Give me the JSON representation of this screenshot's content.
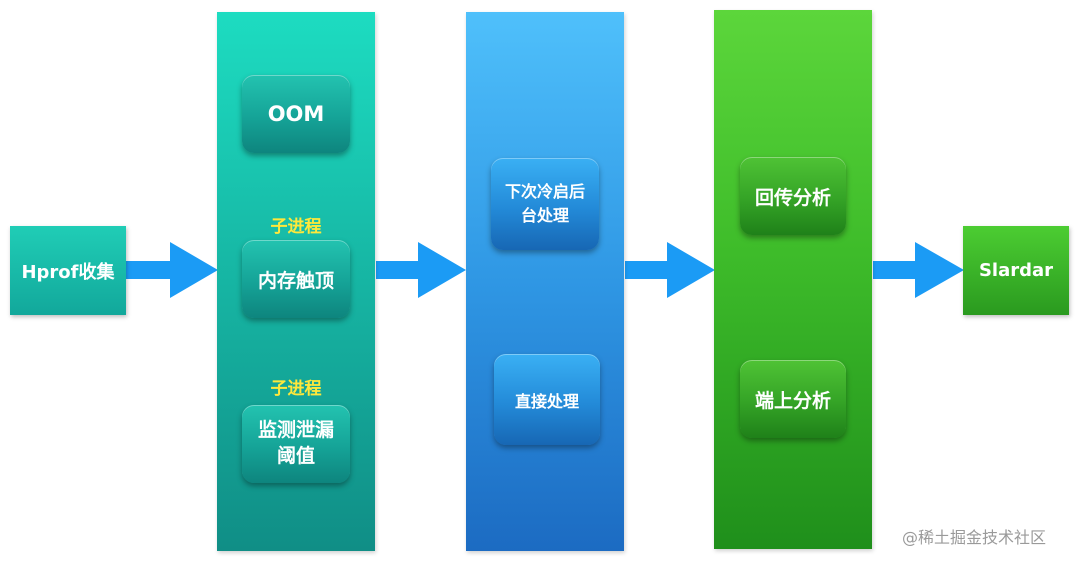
{
  "source": {
    "label": "Hprof收集"
  },
  "trigger_column": {
    "oom": "OOM",
    "memory_peak": {
      "tag": "子进程",
      "label": "内存触顶"
    },
    "leak_monitor": {
      "tag": "子进程",
      "label_line1": "监测泄漏",
      "label_line2": "阈值"
    }
  },
  "process_column": {
    "cold_start": {
      "line1": "下次冷启后",
      "line2": "台处理"
    },
    "direct": "直接处理"
  },
  "analysis_column": {
    "upload": "回传分析",
    "on_device": "端上分析"
  },
  "destination": {
    "label": "Slardar"
  },
  "watermark": "@稀土掘金技术社区",
  "colors": {
    "arrow": "#1b9bf5",
    "tag": "#ffe83b"
  }
}
